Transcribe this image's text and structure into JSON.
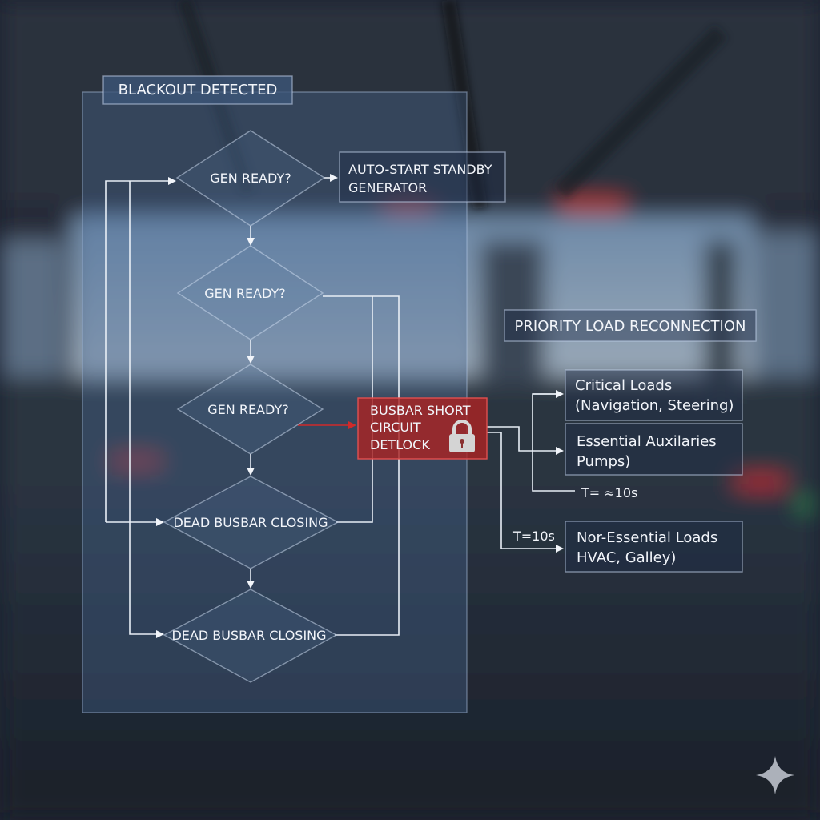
{
  "flowchart": {
    "title": "BLACKOUT DETECTED",
    "decisions": [
      {
        "label": "GEN READY?"
      },
      {
        "label": "GEN READY?"
      },
      {
        "label": "GEN READY?"
      },
      {
        "label": "DEAD BUSBAR CLOSING"
      },
      {
        "label": "DEAD BUSBAR CLOSING"
      }
    ],
    "auto_start": {
      "line1": "AUTO-START STANDBY",
      "line2": "GENERATOR"
    },
    "interlock": {
      "line1": "BUSBAR SHORT",
      "line2": "CIRCUIT",
      "line3": "DETLOCK",
      "icon": "lock-icon",
      "color": "#b02a2a"
    }
  },
  "priority": {
    "title": "PRIORITY LOAD RECONNECTION",
    "loads": [
      {
        "line1": "Critical Loads",
        "line2": "(Navigation, Steering)"
      },
      {
        "line1": "Essential Auxilaries",
        "line2": "Pumps)"
      },
      {
        "line1": "Nor-Essential Loads",
        "line2": "HVAC, Galley)"
      }
    ],
    "timer_essential": "T= ≈10s",
    "timer_nonessential": "T=10s"
  },
  "watermark": {
    "icon": "sparkle-icon"
  }
}
